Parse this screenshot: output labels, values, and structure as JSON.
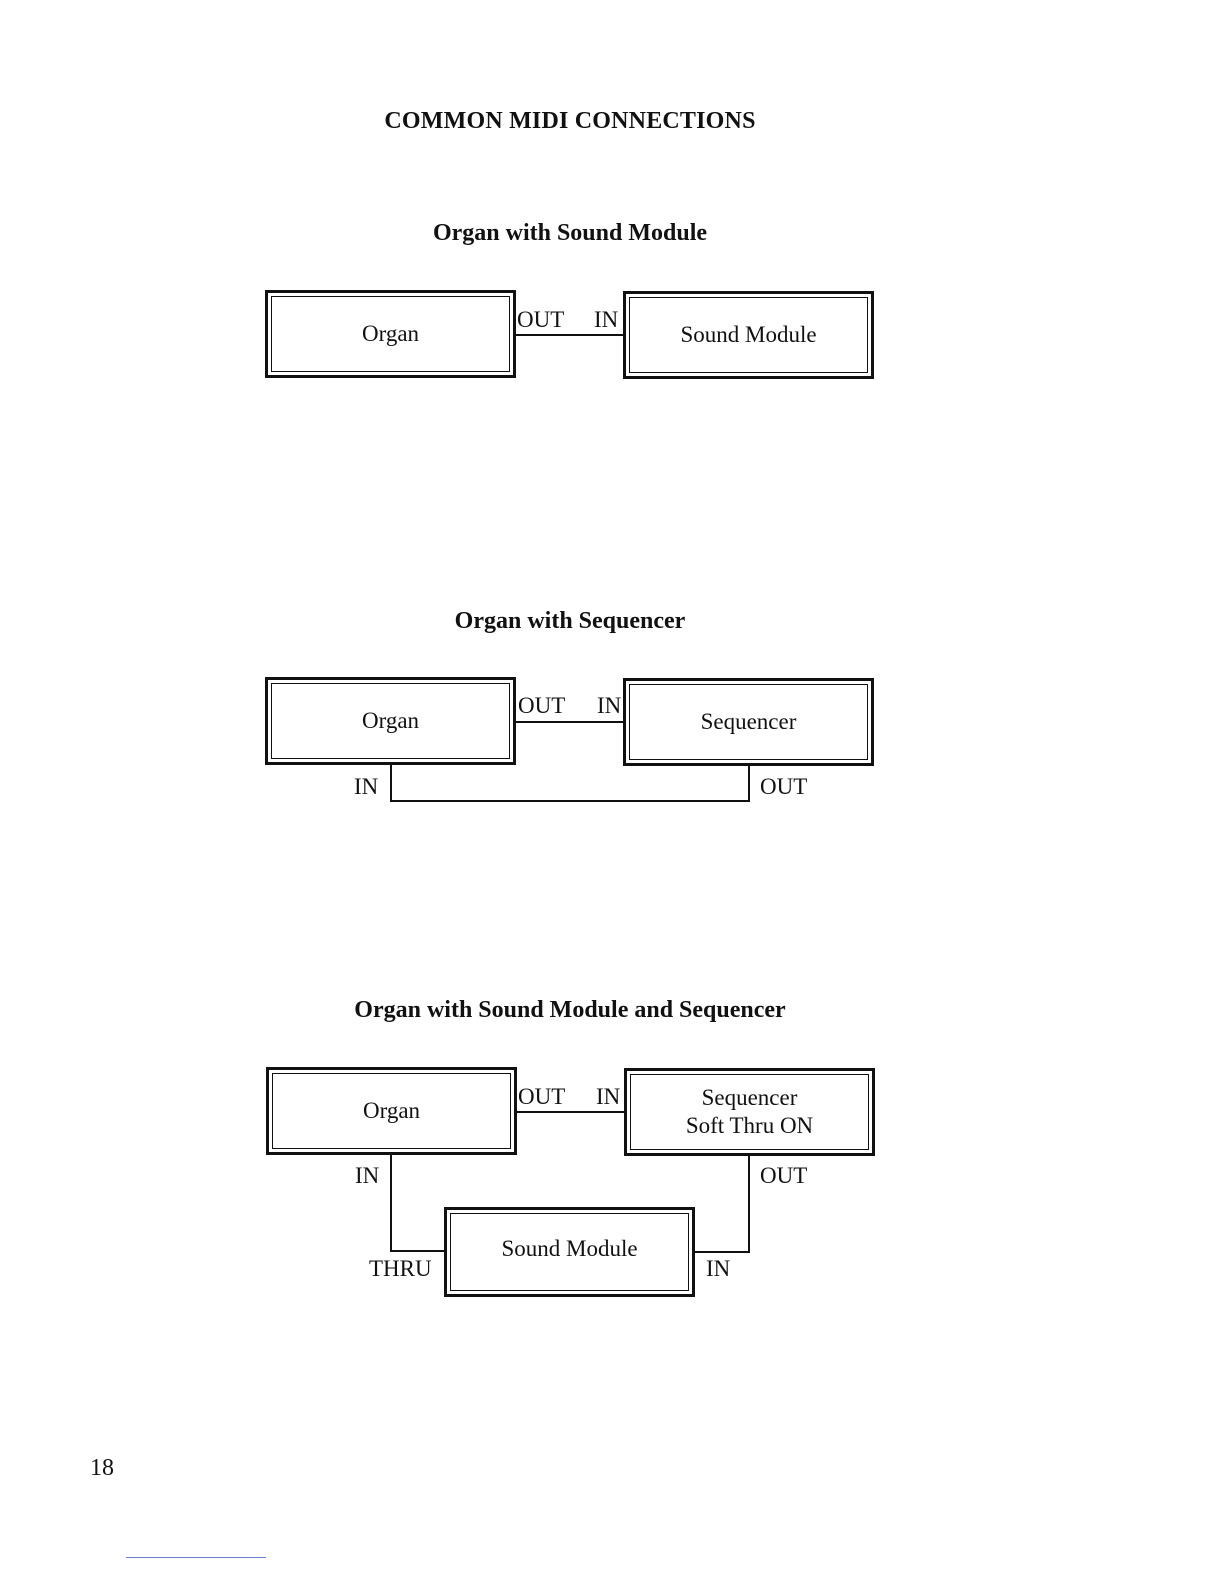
{
  "page_title": "COMMON MIDI CONNECTIONS",
  "page_number": "18",
  "diagrams": [
    {
      "title": "Organ with Sound Module",
      "devices": {
        "organ": "Organ",
        "sound_module": "Sound Module"
      },
      "ports": {
        "organ_out": "OUT",
        "module_in": "IN"
      }
    },
    {
      "title": "Organ with Sequencer",
      "devices": {
        "organ": "Organ",
        "sequencer": "Sequencer"
      },
      "ports": {
        "organ_out": "OUT",
        "sequencer_in": "IN",
        "organ_in": "IN",
        "sequencer_out": "OUT"
      }
    },
    {
      "title": "Organ with Sound Module and Sequencer",
      "devices": {
        "organ": "Organ",
        "sequencer_line1": "Sequencer",
        "sequencer_line2": "Soft Thru ON",
        "sound_module": "Sound Module"
      },
      "ports": {
        "organ_out": "OUT",
        "sequencer_in": "IN",
        "organ_in": "IN",
        "sequencer_out": "OUT",
        "module_thru": "THRU",
        "module_in": "IN"
      }
    }
  ]
}
